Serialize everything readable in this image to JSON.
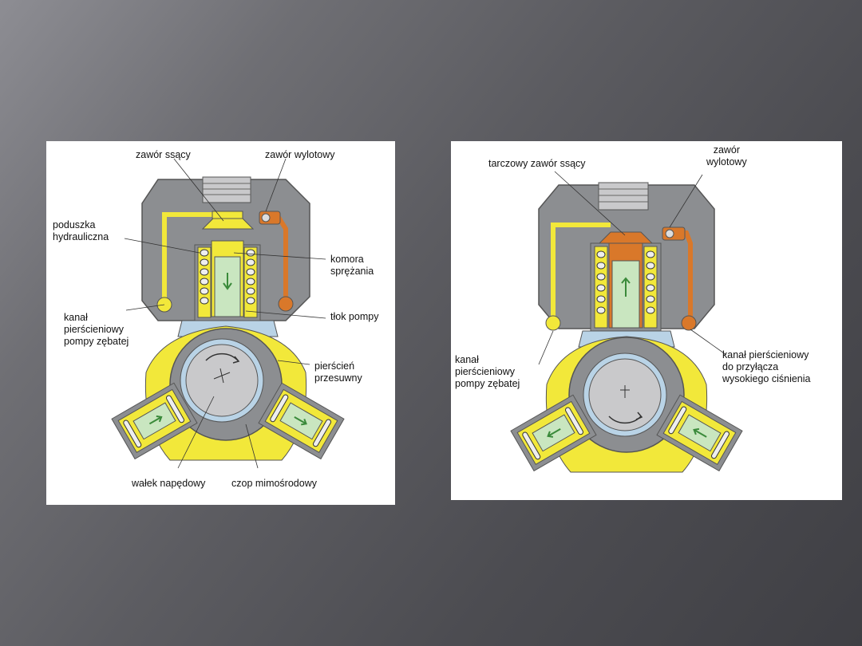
{
  "left_diagram": {
    "labels": {
      "zawor_ssacy": "zawór ssący",
      "zawor_wylotowy": "zawór wylotowy",
      "poduszka": "poduszka\nhydrauliczna",
      "komora": "komora\nsprężania",
      "kanal": "kanał\npierścieniowy\npompy zębatej",
      "tlok": "tłok pompy",
      "pierscien": "pierścień\nprzesuwny",
      "walek": "wałek napędowy",
      "czop": "czop mimośrodowy"
    }
  },
  "right_diagram": {
    "labels": {
      "tarczowy": "tarczowy zawór ssący",
      "zawor_wylotowy": "zawór\nwylotowy",
      "kanal": "kanał\npierścieniowy\npompy zębatej",
      "kanal_wysokie": "kanał pierścieniowy\ndo przyłącza\nwysokiego ciśnienia"
    }
  },
  "colors": {
    "housing": "#8c8e91",
    "fuel_low": "#f2e83a",
    "fuel_high": "#d9782a",
    "piston": "#c9e6c0",
    "ring": "#b9d3e6",
    "shaft": "#c9c9cb"
  }
}
